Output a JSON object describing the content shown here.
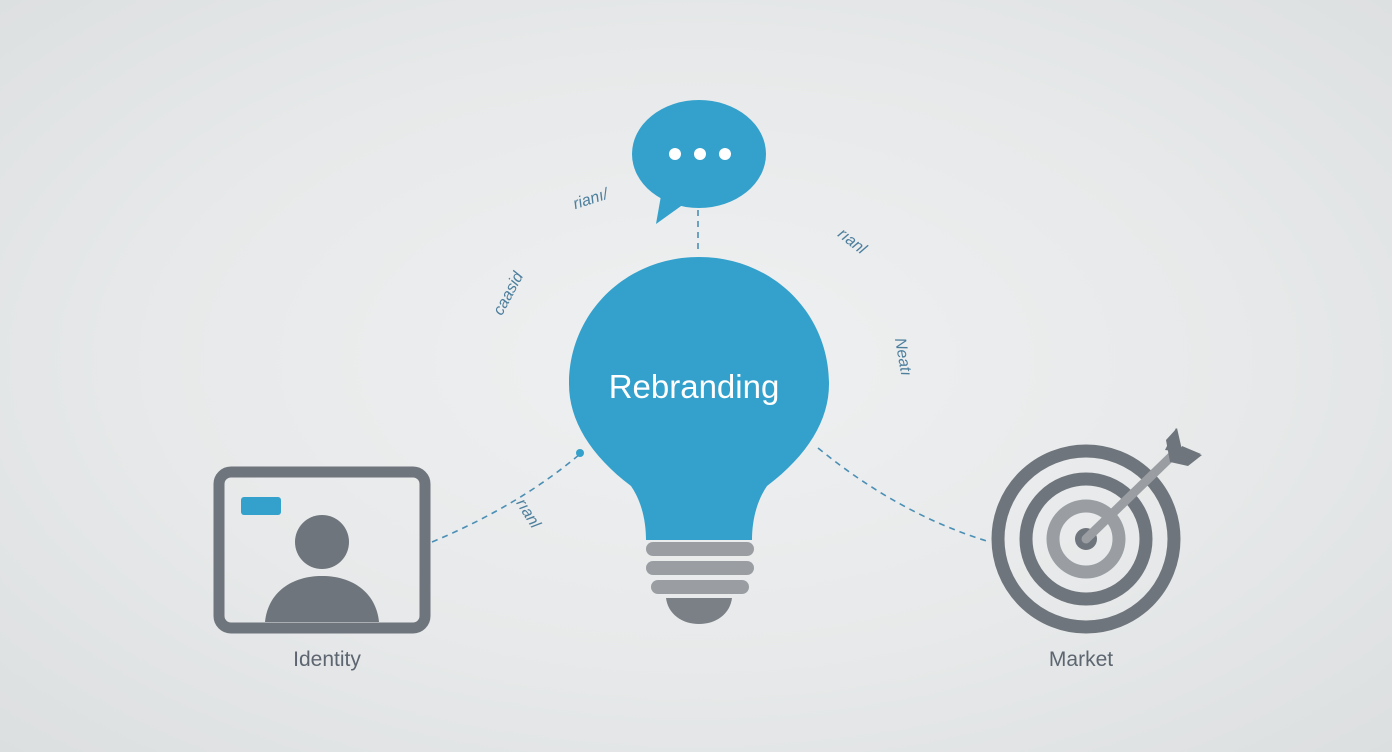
{
  "diagram": {
    "center": {
      "label": "Rebranding"
    },
    "nodes": [
      {
        "id": "identity",
        "label": "Identity",
        "icon": "profile-card-icon"
      },
      {
        "id": "market",
        "label": "Market",
        "icon": "target-arrow-icon"
      },
      {
        "id": "communication",
        "label": "",
        "icon": "speech-bubble-icon"
      }
    ],
    "annotations": [
      "rianı/",
      "caasid",
      "rıanl",
      "Neatı",
      "rıanl"
    ]
  },
  "colors": {
    "accent": "#33a1cc",
    "icon_gray": "#6f757c",
    "base_gray": "#9a9ea3",
    "background": "#e8eaeb",
    "label": "#5d6670",
    "connector": "#4b8fb5"
  }
}
